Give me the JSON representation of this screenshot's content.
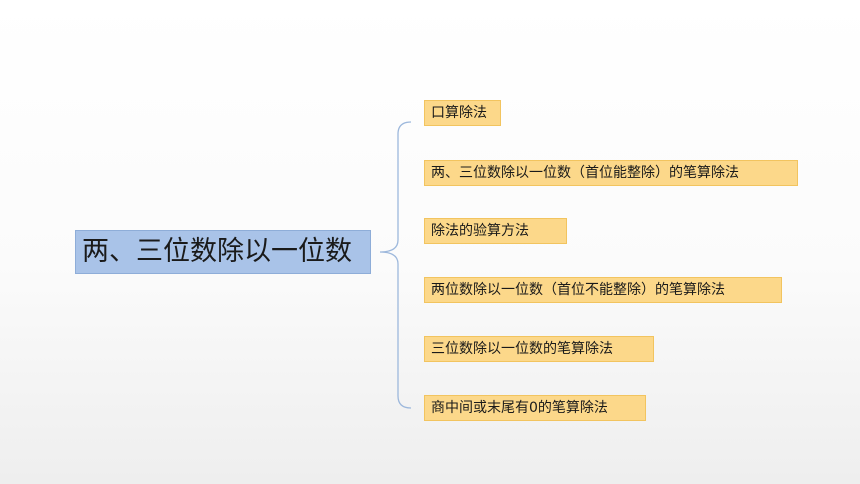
{
  "diagram": {
    "root": "两、三位数除以一位数",
    "branches": [
      "口算除法",
      "两、三位数除以一位数（首位能整除）的笔算除法",
      "除法的验算方法",
      "两位数除以一位数（首位不能整除）的笔算除法",
      "三位数除以一位数的笔算除法",
      "商中间或末尾有0的笔算除法"
    ]
  },
  "colors": {
    "root_fill": "#a9c3e8",
    "branch_fill": "#fcd88a",
    "connector": "#9db8dc"
  }
}
